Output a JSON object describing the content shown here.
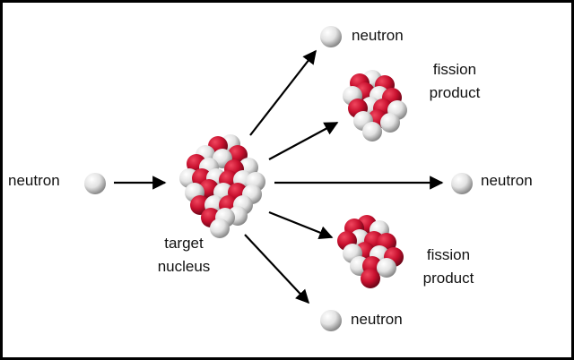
{
  "labels": {
    "neutron_incoming": "neutron",
    "target_line1": "target",
    "target_line2": "nucleus",
    "neutron_top": "neutron",
    "fission_top_line1": "fission",
    "fission_top_line2": "product",
    "neutron_right": "neutron",
    "fission_bottom_line1": "fission",
    "fission_bottom_line2": "product",
    "neutron_bottom": "neutron"
  },
  "colors": {
    "proton": "#c8102e",
    "neutron": "#e8e8e8",
    "arrow": "#000000",
    "background": "#ffffff",
    "border": "#000000"
  }
}
